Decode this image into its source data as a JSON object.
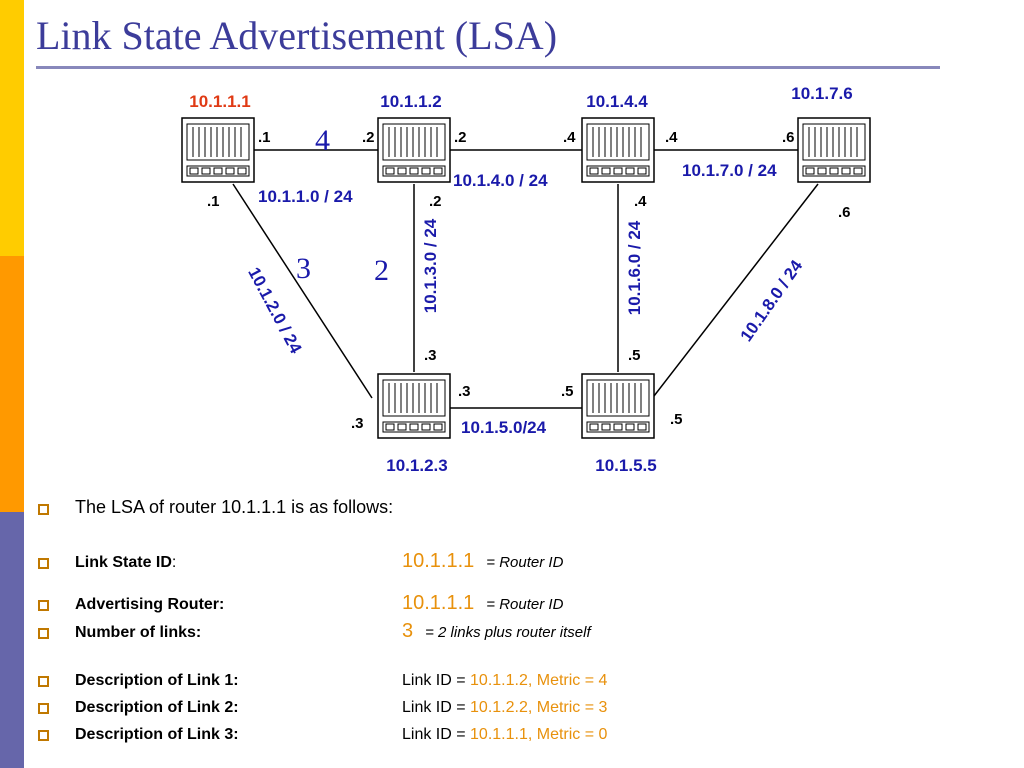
{
  "slide": {
    "title": "Link State Advertisement (LSA)",
    "colors": {
      "title": "#3c3c9a",
      "blue": "#1a1aaa",
      "red": "#e03a14",
      "orange": "#e8910c",
      "bar_yellow": "#ffcc00",
      "bar_orange": "#ff9900",
      "bar_purple": "#6666aa"
    }
  },
  "diagram": {
    "routers": {
      "r1": {
        "name": "10.1.1.1"
      },
      "r2": {
        "name": "10.1.1.2"
      },
      "r3": {
        "name": "10.1.4.4"
      },
      "r4": {
        "name": "10.1.7.6"
      },
      "r5": {
        "name": "10.1.2.3"
      },
      "r6": {
        "name": "10.1.5.5"
      }
    },
    "networks": {
      "n1": "10.1.1.0 / 24",
      "n2": "10.1.4.0 / 24",
      "n3": "10.1.7.0 / 24",
      "n4": "10.1.2.0 / 24",
      "n5": "10.1.3.0 / 24",
      "n6": "10.1.6.0 / 24",
      "n7": "10.1.8.0 / 24",
      "n8": "10.1.5.0/24"
    },
    "metrics": {
      "m1": "4",
      "m2": "3",
      "m3": "2"
    },
    "ports": {
      "r1_right": ".1",
      "r2_left": ".2",
      "r2_right": ".2",
      "r3_left": ".4",
      "r3_right": ".4",
      "r4_left": ".6",
      "r1_down": ".1",
      "r2_down": ".2",
      "r3_down": ".4",
      "r4_down": ".6",
      "r5_up": ".3",
      "r6_up": ".5",
      "r5_right": ".3",
      "r6_left": ".5",
      "r5_left": ".3",
      "r6_right": ".5"
    }
  },
  "lsa": {
    "intro": "The LSA of router 10.1.1.1 is as  follows:",
    "link_state_id": {
      "label": "Link State ID",
      "colon": ":",
      "value": "10.1.1.1",
      "note": "= Router ID"
    },
    "advertising_router": {
      "label": "Advertising Router:",
      "value": "10.1.1.1",
      "note": "= Router ID"
    },
    "number_of_links": {
      "label": "Number of links:",
      "value": "3",
      "note": "= 2 links plus router itself"
    },
    "links": [
      {
        "label": "Description of Link 1:",
        "prefix": "Link ID = ",
        "value": "10.1.1.2, Metric = 4"
      },
      {
        "label": "Description of Link 2:",
        "prefix": "Link ID = ",
        "value": "10.1.2.2, Metric = 3"
      },
      {
        "label": "Description of Link 3:",
        "prefix": "Link ID = ",
        "value": "10.1.1.1, Metric = 0"
      }
    ]
  }
}
